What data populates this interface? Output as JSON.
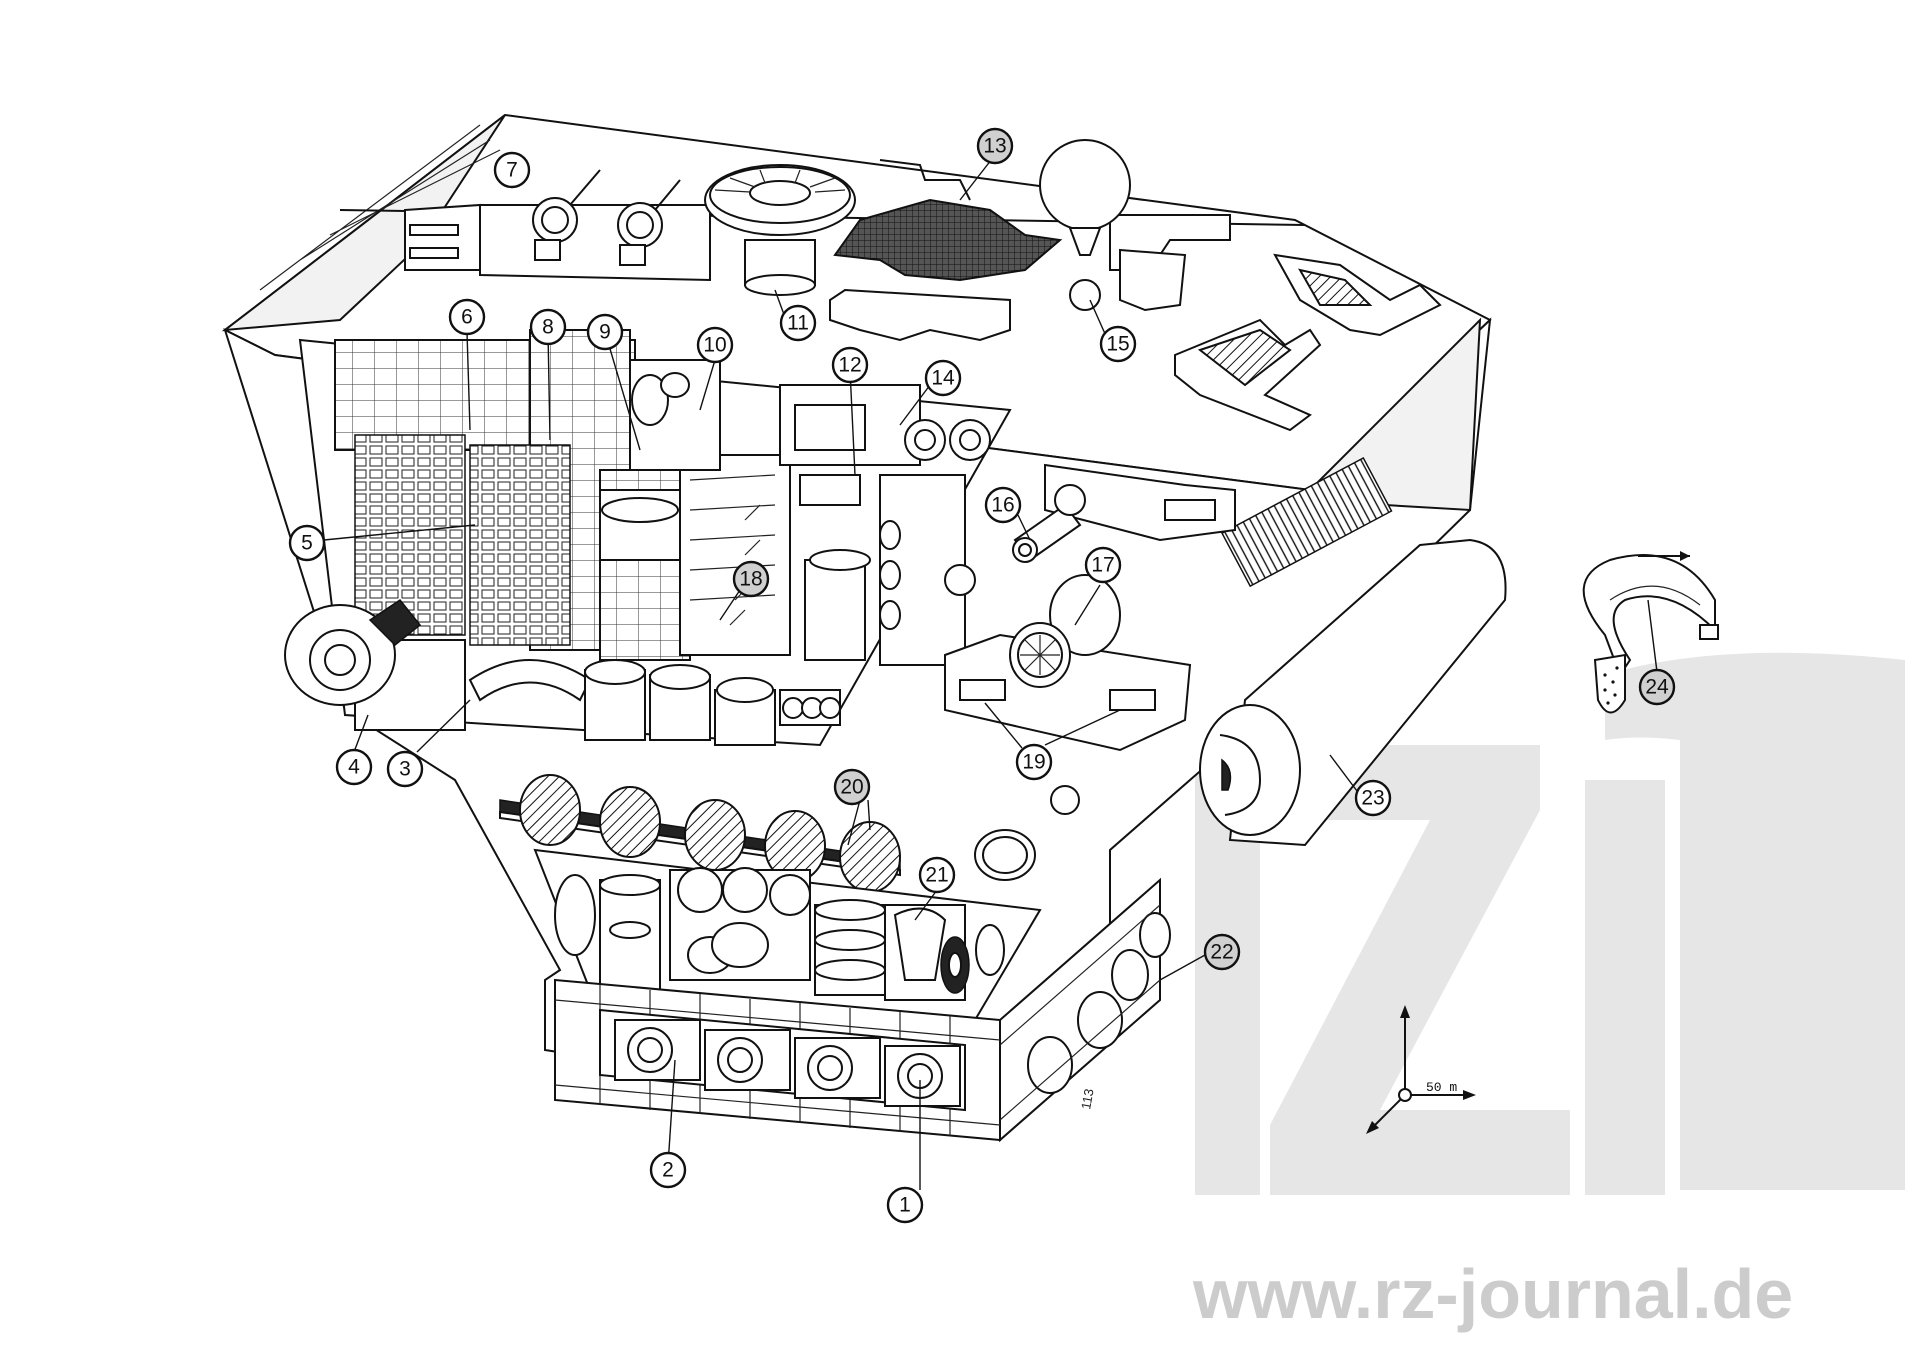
{
  "watermark": {
    "site": "www.rz-journal.de",
    "logo": "rz-logo"
  },
  "scale": {
    "label": "50 m"
  },
  "page_number": "113",
  "labels": [
    {
      "id": "label-1",
      "text": "1",
      "shaded": false
    },
    {
      "id": "label-2",
      "text": "2",
      "shaded": false
    },
    {
      "id": "label-3",
      "text": "3",
      "shaded": false
    },
    {
      "id": "label-4",
      "text": "4",
      "shaded": false
    },
    {
      "id": "label-5",
      "text": "5",
      "shaded": false
    },
    {
      "id": "label-6",
      "text": "6",
      "shaded": false
    },
    {
      "id": "label-7",
      "text": "7",
      "shaded": false
    },
    {
      "id": "label-8",
      "text": "8",
      "shaded": false
    },
    {
      "id": "label-9",
      "text": "9",
      "shaded": false
    },
    {
      "id": "label-10",
      "text": "10",
      "shaded": false
    },
    {
      "id": "label-11",
      "text": "11",
      "shaded": false
    },
    {
      "id": "label-12",
      "text": "12",
      "shaded": false
    },
    {
      "id": "label-13",
      "text": "13",
      "shaded": true
    },
    {
      "id": "label-14",
      "text": "14",
      "shaded": false
    },
    {
      "id": "label-15",
      "text": "15",
      "shaded": false
    },
    {
      "id": "label-16",
      "text": "16",
      "shaded": false
    },
    {
      "id": "label-17",
      "text": "17",
      "shaded": false
    },
    {
      "id": "label-18",
      "text": "18",
      "shaded": true
    },
    {
      "id": "label-19",
      "text": "19",
      "shaded": false
    },
    {
      "id": "label-20",
      "text": "20",
      "shaded": true
    },
    {
      "id": "label-21",
      "text": "21",
      "shaded": false
    },
    {
      "id": "label-22",
      "text": "22",
      "shaded": true
    },
    {
      "id": "label-23",
      "text": "23",
      "shaded": false
    },
    {
      "id": "label-24",
      "text": "24",
      "shaded": true
    }
  ],
  "colors": {
    "ink": "#111111",
    "paper": "#ffffff",
    "watermark": "#e6e6e6"
  }
}
